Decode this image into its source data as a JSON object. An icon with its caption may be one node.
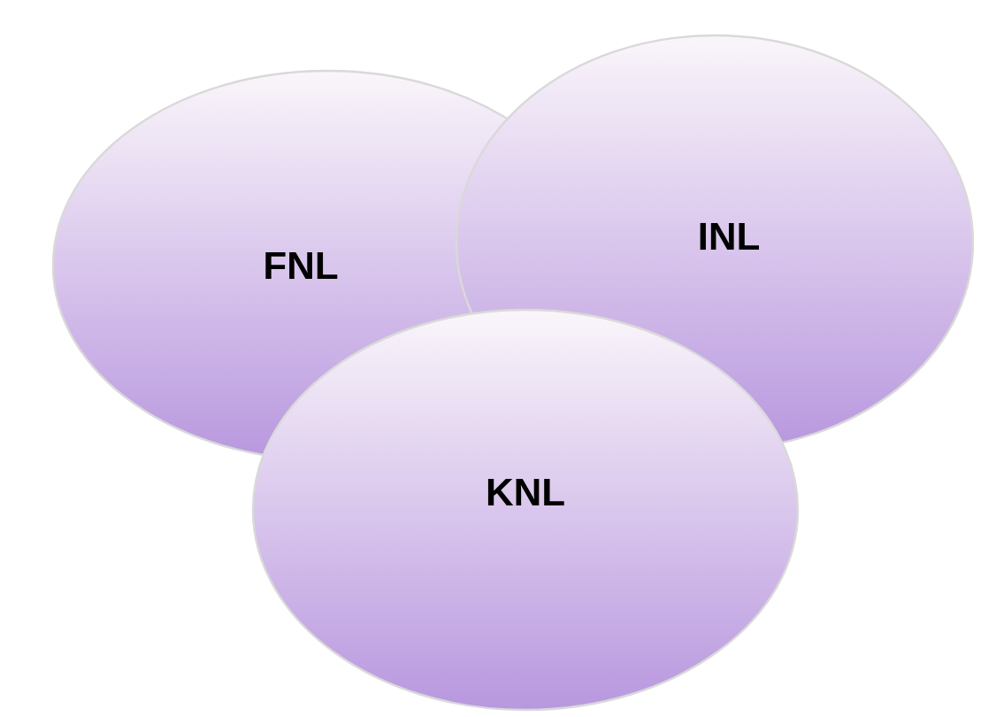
{
  "diagram": {
    "nodes": [
      {
        "text": [
          "FNL"
        ]
      },
      {
        "text": [
          "INL"
        ]
      },
      {
        "text": [
          "KNL"
        ]
      }
    ]
  }
}
